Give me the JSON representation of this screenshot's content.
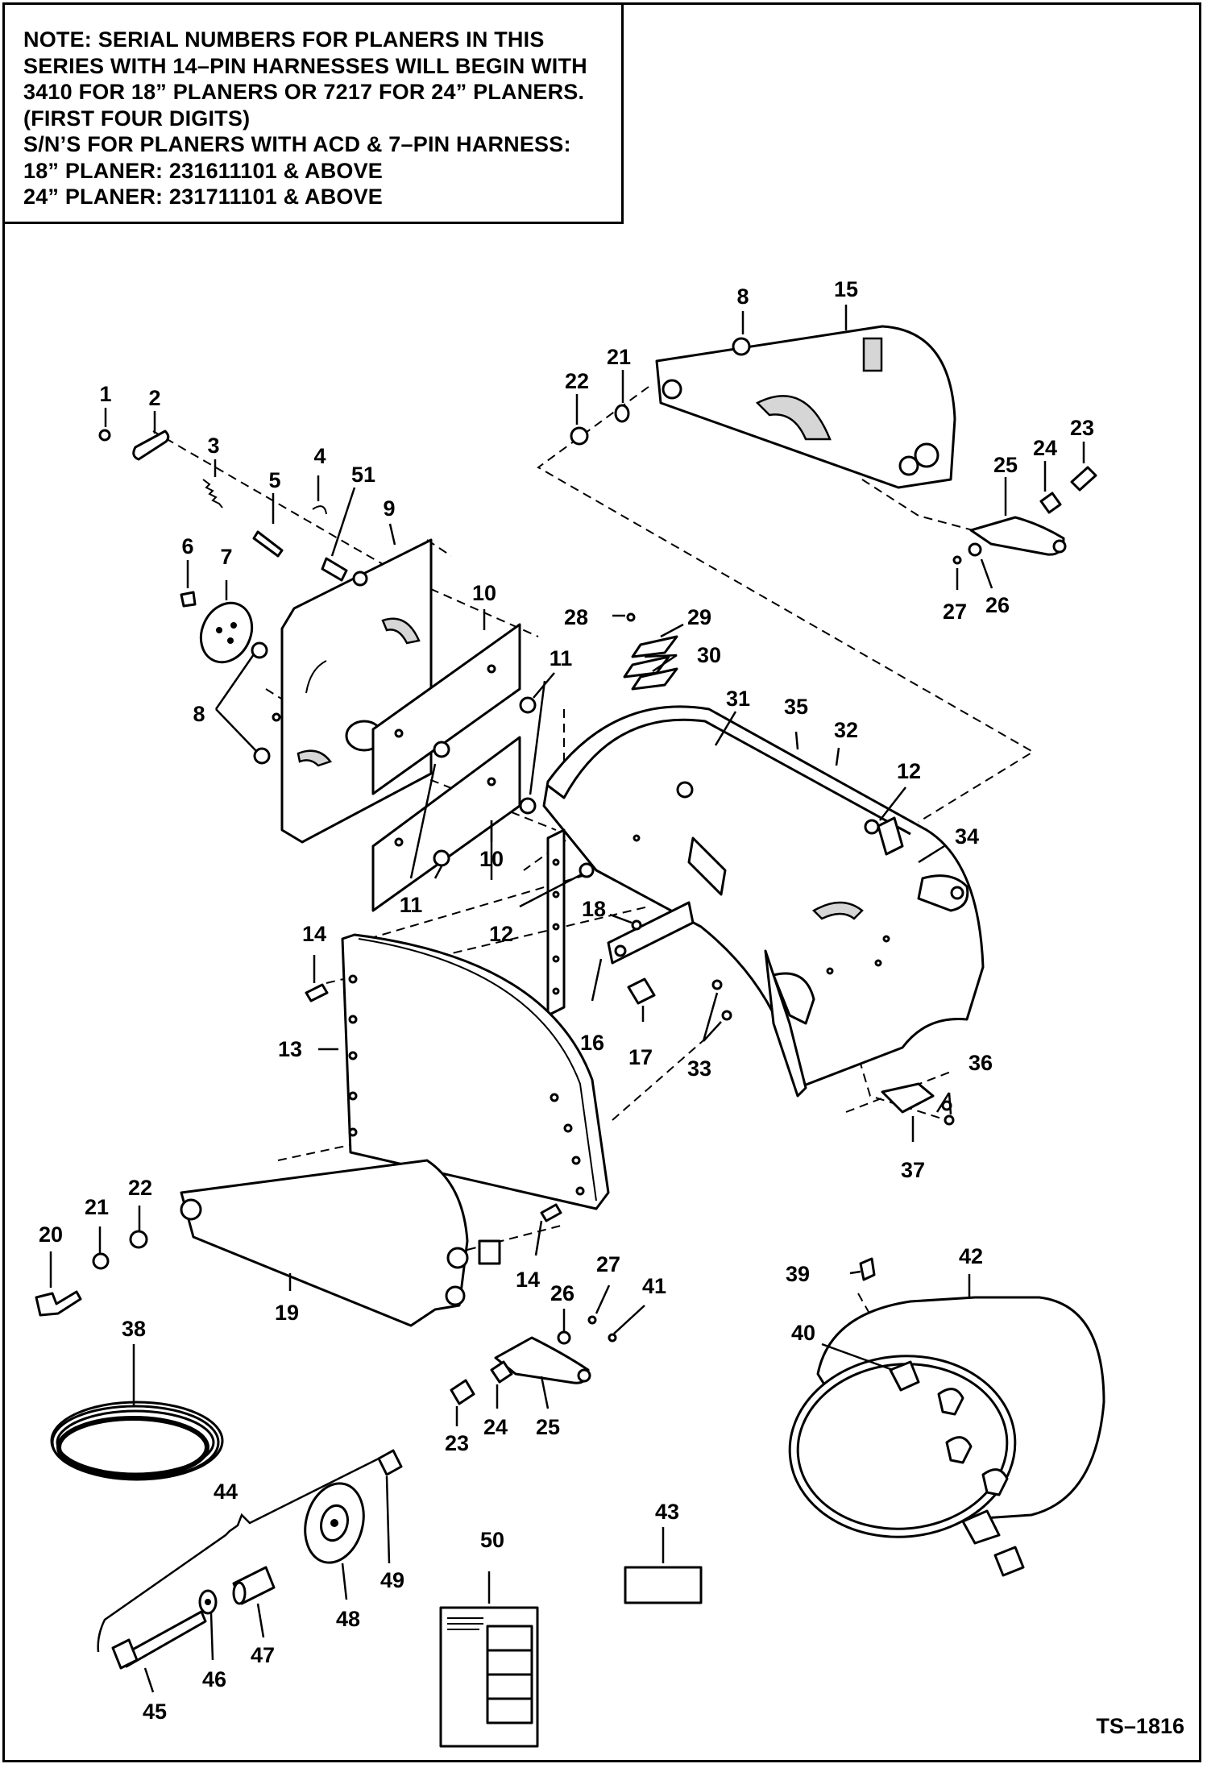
{
  "note": {
    "lines": [
      "NOTE: SERIAL NUMBERS FOR PLANERS IN THIS",
      "SERIES WITH 14–PIN HARNESSES WILL BEGIN WITH",
      "3410 FOR 18” PLANERS OR 7217 FOR 24” PLANERS.",
      "(FIRST FOUR DIGITS)",
      "S/N’S FOR PLANERS WITH ACD & 7–PIN HARNESS:",
      "18” PLANER:  231611101 & ABOVE",
      "24” PLANER:  231711101 & ABOVE"
    ]
  },
  "callouts": {
    "c1": "1",
    "c2": "2",
    "c3": "3",
    "c4": "4",
    "c5": "5",
    "c6": "6",
    "c7": "7",
    "c8a": "8",
    "c8b": "8",
    "c9": "9",
    "c10a": "10",
    "c10b": "10",
    "c11a": "11",
    "c11b": "11",
    "c12a": "12",
    "c12b": "12",
    "c13": "13",
    "c14a": "14",
    "c14b": "14",
    "c15": "15",
    "c16": "16",
    "c17": "17",
    "c18": "18",
    "c19": "19",
    "c20": "20",
    "c21a": "21",
    "c21b": "21",
    "c22a": "22",
    "c22b": "22",
    "c23a": "23",
    "c23b": "23",
    "c24a": "24",
    "c24b": "24",
    "c25a": "25",
    "c25b": "25",
    "c26a": "26",
    "c26b": "26",
    "c27a": "27",
    "c27b": "27",
    "c28": "28",
    "c29": "29",
    "c30": "30",
    "c31": "31",
    "c32": "32",
    "c33": "33",
    "c34": "34",
    "c35": "35",
    "c36": "36",
    "c37": "37",
    "c38": "38",
    "c39": "39",
    "c40": "40",
    "c41": "41",
    "c42": "42",
    "c43": "43",
    "c44": "44",
    "c45": "45",
    "c46": "46",
    "c47": "47",
    "c48": "48",
    "c49": "49",
    "c50": "50",
    "c51": "51"
  },
  "drawing_id": "TS–1816"
}
